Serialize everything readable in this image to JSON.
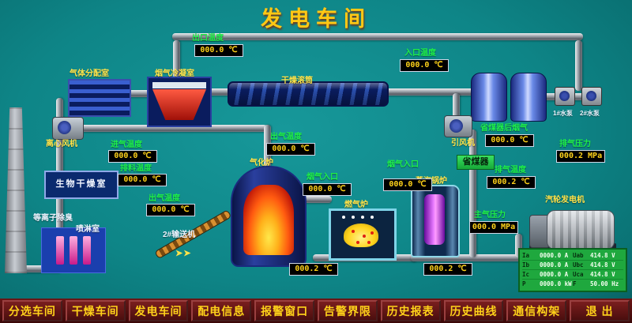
{
  "title": "发电车间",
  "stations": {
    "gas_dist": "气体分配室",
    "condenser": "烟气冷凝室",
    "drum": "干燥滚筒",
    "fan_left": "离心风机",
    "bio_room": "生物干燥室",
    "plasma": "等离子除臭",
    "spray": "喷淋室",
    "conveyor": "2#输送机",
    "gasifier": "气化炉",
    "gas_furnace": "燃气炉",
    "boiler": "蒸汽锅炉",
    "id_fan": "引风机",
    "economizer": "省煤器",
    "turbine": "汽轮发电机",
    "pump1": "1#水泵",
    "pump2": "2#水泵"
  },
  "readings": {
    "outlet_temp": {
      "label": "出口温度",
      "value": "000.0 ℃"
    },
    "inlet_temp": {
      "label": "入口温度",
      "value": "000.0 ℃"
    },
    "intake_temp": {
      "label": "进气温度",
      "value": "000.0 ℃"
    },
    "discharge_temp": {
      "label": "排料温度",
      "value": "000.0 ℃"
    },
    "outgas_left": {
      "label": "出气温度",
      "value": "000.0 ℃"
    },
    "outgas_gasifier": {
      "label": "出气温度",
      "value": "000.0 ℃"
    },
    "fluegas_furnace": {
      "label": "烟气入口",
      "value": "000.0 ℃"
    },
    "fluegas_boiler": {
      "label": "烟气入口",
      "value": "000.0 ℃"
    },
    "furnace_out": {
      "value": "000.2 ℃"
    },
    "boiler_out": {
      "value": "000.2 ℃"
    },
    "econ_out": {
      "label": "省煤器后烟气",
      "value": "000.0 ℃"
    },
    "exhaust_temp": {
      "label": "排气温度",
      "value": "000.2 ℃"
    },
    "exhaust_pressure": {
      "label": "排气压力",
      "value": "000.2 MPa"
    },
    "main_steam": {
      "label": "主气压力",
      "value": "000.0 MPa"
    }
  },
  "icons": {
    "flow_arrows": "➤➤"
  },
  "meter_panel": {
    "rows": [
      [
        "Ia",
        "0000.0 A",
        "Uab",
        "414.8 V"
      ],
      [
        "Ib",
        "0000.0 A",
        "Ubc",
        "414.8 V"
      ],
      [
        "Ic",
        "0000.0 A",
        "Uca",
        "414.8 V"
      ],
      [
        "P",
        "0000.0 kW",
        "F",
        "50.00 Hz"
      ]
    ]
  },
  "nav": {
    "buttons": [
      {
        "label": "分选车间"
      },
      {
        "label": "干燥车间"
      },
      {
        "label": "发电车间"
      },
      {
        "label": "配电信息"
      },
      {
        "label": "报警窗口"
      },
      {
        "label": "告警界限"
      },
      {
        "label": "历史报表"
      },
      {
        "label": "历史曲线"
      },
      {
        "label": "通信构架"
      },
      {
        "label": "退 出"
      }
    ]
  }
}
